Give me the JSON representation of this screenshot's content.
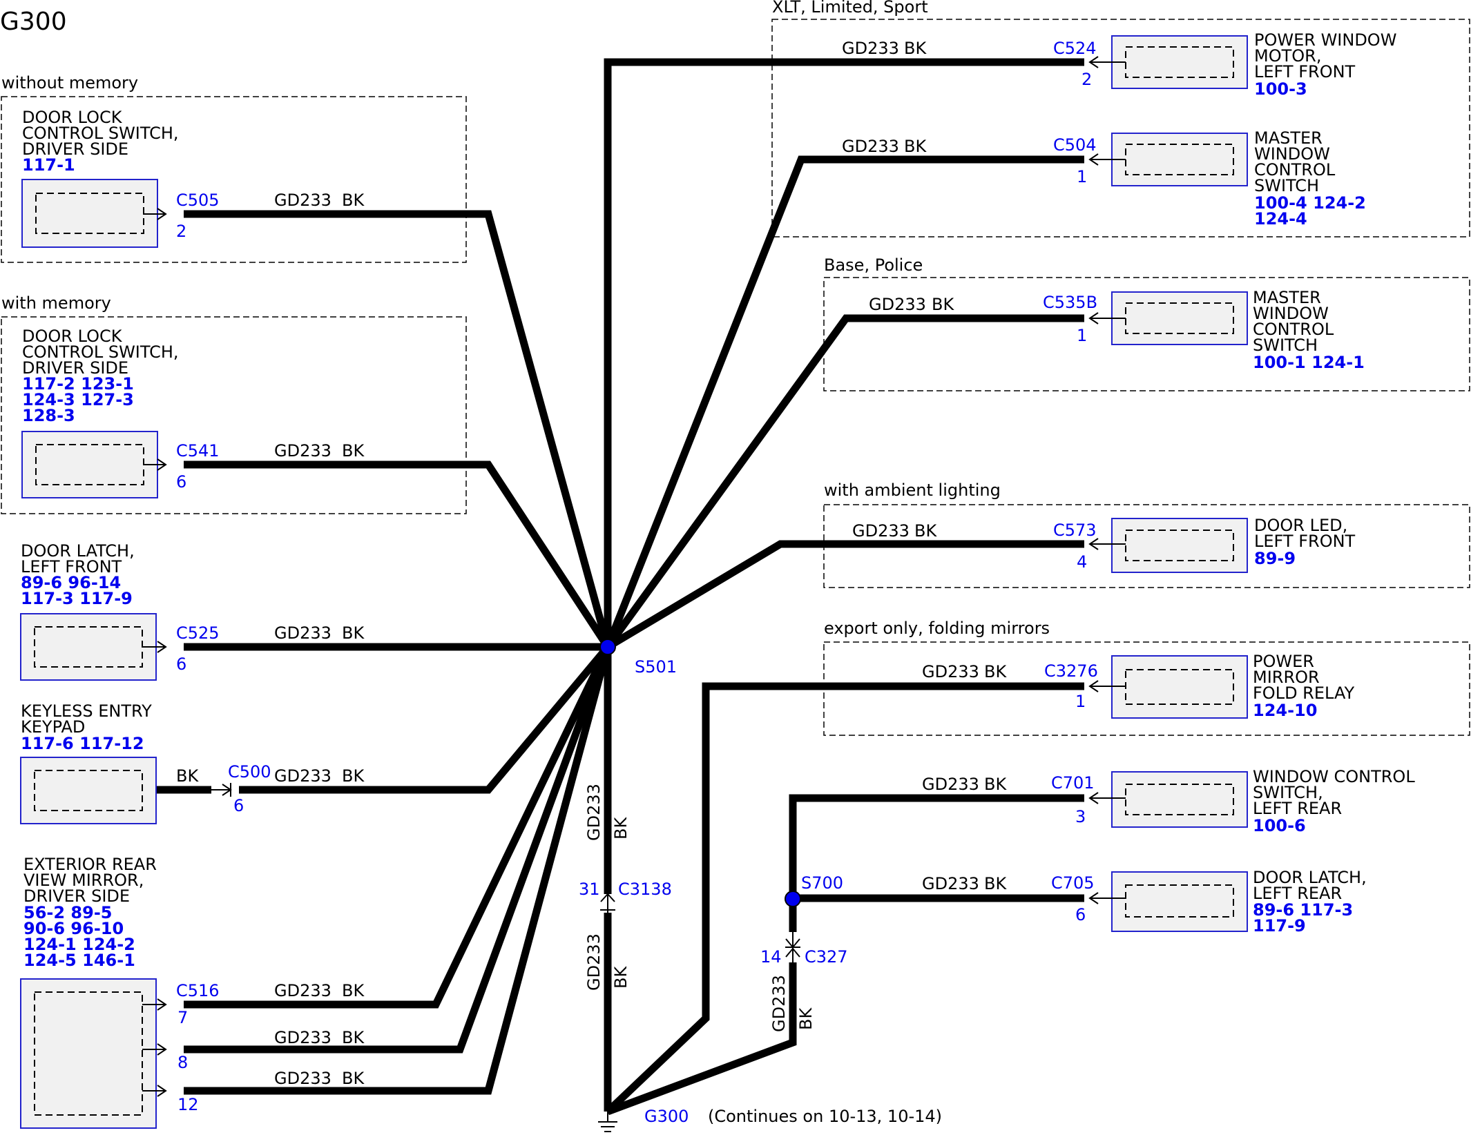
{
  "title": "G300",
  "wire_code": "GD233",
  "wire_color": "BK",
  "continues_note": "(Continues on 10-13, 10-14)",
  "groups": {
    "without_memory": "without memory",
    "with_memory": "with memory",
    "xlt": "XLT, Limited, Sport",
    "base_police": "Base, Police",
    "ambient": "with ambient lighting",
    "export": "export only, folding mirrors"
  },
  "splices": {
    "s501": "S501",
    "s700": "S700"
  },
  "ground": "G300",
  "inline_connectors": {
    "c3138": {
      "id": "C3138",
      "pin": "31"
    },
    "c327": {
      "id": "C327",
      "pin": "14"
    },
    "c500": {
      "id": "C500",
      "pin": "6",
      "wire": "BK"
    }
  },
  "components": {
    "door_lock_nomem": {
      "name": [
        "DOOR LOCK",
        "CONTROL SWITCH,",
        "DRIVER SIDE"
      ],
      "refs": [
        "117-1"
      ],
      "connector": "C505",
      "pins": [
        "2"
      ]
    },
    "door_lock_mem": {
      "name": [
        "DOOR LOCK",
        "CONTROL SWITCH,",
        "DRIVER SIDE"
      ],
      "refs": [
        "117-2 123-1",
        "124-3 127-3",
        "128-3"
      ],
      "connector": "C541",
      "pins": [
        "6"
      ]
    },
    "door_latch_lf": {
      "name": [
        "DOOR LATCH,",
        "LEFT FRONT"
      ],
      "refs": [
        "89-6   96-14",
        "117-3 117-9"
      ],
      "connector": "C525",
      "pins": [
        "6"
      ]
    },
    "keyless": {
      "name": [
        "KEYLESS ENTRY",
        "KEYPAD"
      ],
      "refs": [
        "117-6   117-12"
      ],
      "connector": "",
      "pins": []
    },
    "ext_mirror": {
      "name": [
        "EXTERIOR REAR",
        "VIEW MIRROR,",
        "DRIVER SIDE"
      ],
      "refs": [
        "56-2   89-5",
        "90-6   96-10",
        "124-1 124-2",
        "124-5 146-1"
      ],
      "connector": "C516",
      "pins": [
        "7",
        "8",
        "12"
      ]
    },
    "pw_motor_lf": {
      "name": [
        "POWER WINDOW",
        "MOTOR,",
        "LEFT FRONT"
      ],
      "refs": [
        "100-3"
      ],
      "connector": "C524",
      "pins": [
        "2"
      ]
    },
    "master_xlt": {
      "name": [
        "MASTER",
        "WINDOW",
        "CONTROL",
        "SWITCH"
      ],
      "refs": [
        "100-4 124-2",
        "124-4"
      ],
      "connector": "C504",
      "pins": [
        "1"
      ]
    },
    "master_base": {
      "name": [
        "MASTER",
        "WINDOW",
        "CONTROL",
        "SWITCH"
      ],
      "refs": [
        "100-1 124-1"
      ],
      "connector": "C535B",
      "pins": [
        "1"
      ]
    },
    "door_led": {
      "name": [
        "DOOR LED,",
        "LEFT FRONT"
      ],
      "refs": [
        "89-9"
      ],
      "connector": "C573",
      "pins": [
        "4"
      ]
    },
    "mirror_relay": {
      "name": [
        "POWER",
        "MIRROR",
        "FOLD RELAY"
      ],
      "refs": [
        "124-10"
      ],
      "connector": "C3276",
      "pins": [
        "1"
      ]
    },
    "wcs_lr": {
      "name": [
        "WINDOW CONTROL",
        "SWITCH,",
        "LEFT REAR"
      ],
      "refs": [
        "100-6"
      ],
      "connector": "C701",
      "pins": [
        "3"
      ]
    },
    "door_latch_lr": {
      "name": [
        "DOOR LATCH,",
        "LEFT REAR"
      ],
      "refs": [
        "89-6   117-3",
        "117-9"
      ],
      "connector": "C705",
      "pins": [
        "6"
      ]
    }
  }
}
